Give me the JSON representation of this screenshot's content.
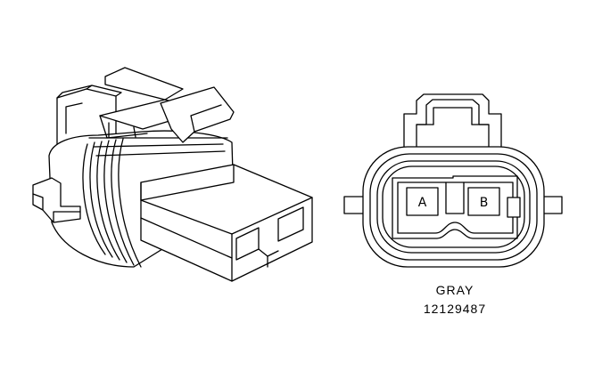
{
  "face_view": {
    "cavities": [
      {
        "label": "A"
      },
      {
        "label": "B"
      }
    ]
  },
  "caption": {
    "color": "GRAY",
    "part_number": "12129487"
  }
}
